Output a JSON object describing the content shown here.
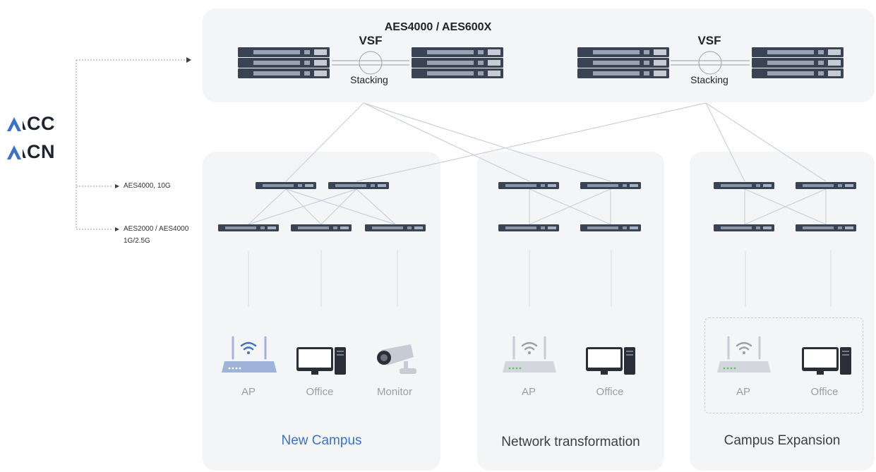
{
  "brand": {
    "logo_1": "ACC",
    "logo_2": "ACN",
    "logo_color": "#1d2430",
    "logo_accent": "#3b72c9"
  },
  "core": {
    "title": "AES4000 / AES600X",
    "vsf_label": "VSF",
    "stacking_label": "Stacking"
  },
  "tiers": {
    "aggregation": "AES4000, 10G",
    "access_line1": "AES2000 / AES4000",
    "access_line2": "1G/2.5G"
  },
  "zones": [
    {
      "title": "New Campus",
      "devices": [
        "AP",
        "Office",
        "Monitor"
      ]
    },
    {
      "title": "Network transformation",
      "devices": [
        "AP",
        "Office"
      ]
    },
    {
      "title": "Campus Expansion",
      "devices": [
        "AP",
        "Office"
      ]
    }
  ],
  "colors": {
    "panel": "#f4f5f7",
    "accent": "#3b72c9",
    "switch": "#3a4353",
    "link": "#c9d1dc"
  }
}
